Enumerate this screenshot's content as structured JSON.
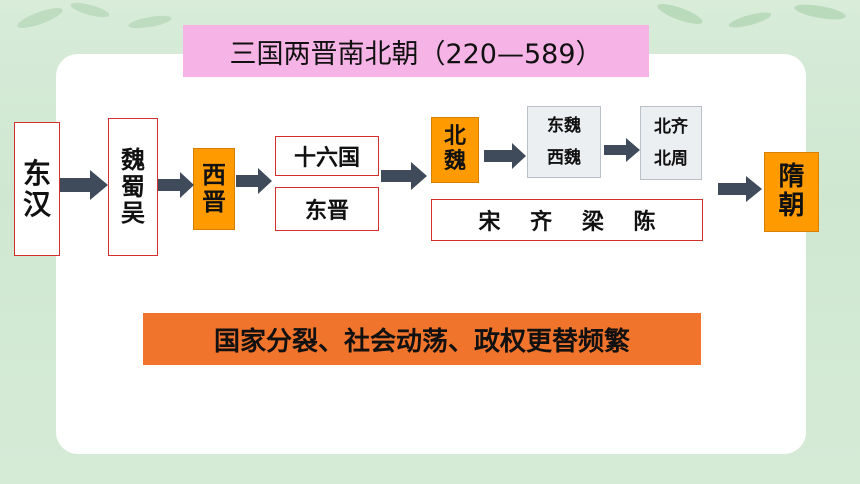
{
  "title": "三国两晋南北朝（220—589）",
  "nodes": {
    "donghan": [
      "东",
      "汉"
    ],
    "sanguo": [
      "魏",
      "蜀",
      "吴"
    ],
    "xijin": [
      "西",
      "晋"
    ],
    "shiliuguo": "十六国",
    "dongjin": "东晋",
    "beiwei": [
      "北",
      "魏"
    ],
    "dongwei": "东魏",
    "xiwei": "西魏",
    "beiqi": "北齐",
    "beizhou": "北周",
    "nanchao": "宋 齐 梁 陈",
    "suichao": [
      "隋",
      "朝"
    ]
  },
  "summary": "国家分裂、社会动荡、政权更替频繁",
  "colors": {
    "title_bg": "#f6b3e6",
    "highlight": "#ff9b00",
    "summary_bg": "#f0742c",
    "border": "#d32f2f",
    "arrow": "#3f4a5a"
  }
}
